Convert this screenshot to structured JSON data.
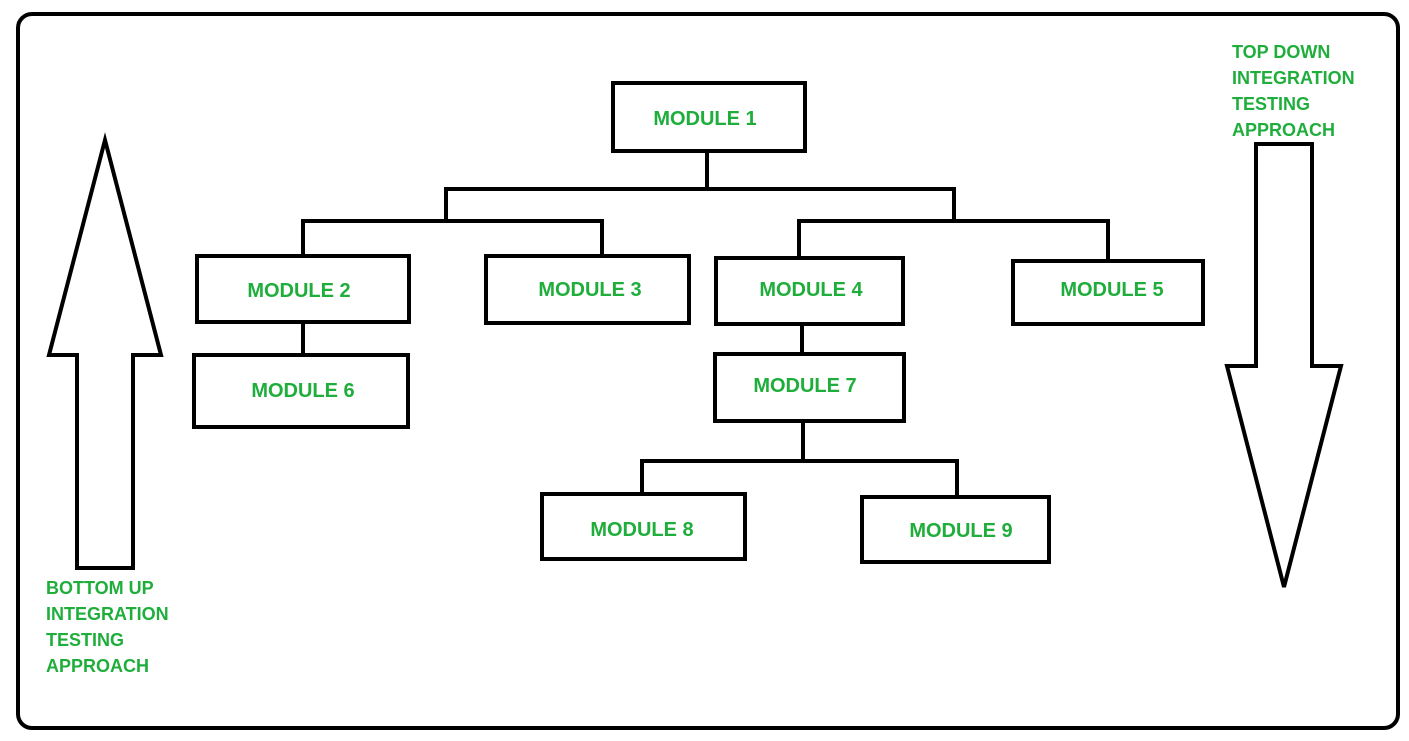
{
  "diagram": {
    "modules": {
      "m1": "MODULE 1",
      "m2": "MODULE 2",
      "m3": "MODULE 3",
      "m4": "MODULE 4",
      "m5": "MODULE 5",
      "m6": "MODULE 6",
      "m7": "MODULE 7",
      "m8": "MODULE 8",
      "m9": "MODULE 9"
    },
    "hierarchy": [
      {
        "parent": "MODULE 1",
        "children": [
          "MODULE 2",
          "MODULE 3",
          "MODULE 4",
          "MODULE 5"
        ]
      },
      {
        "parent": "MODULE 2",
        "children": [
          "MODULE 6"
        ]
      },
      {
        "parent": "MODULE 4",
        "children": [
          "MODULE 7"
        ]
      },
      {
        "parent": "MODULE 7",
        "children": [
          "MODULE 8",
          "MODULE 9"
        ]
      }
    ],
    "bottom_up": {
      "lines": [
        "BOTTOM UP",
        "INTEGRATION",
        "TESTING",
        "APPROACH"
      ],
      "arrow_direction": "up"
    },
    "top_down": {
      "lines": [
        "TOP DOWN",
        "INTEGRATION",
        "TESTING",
        "APPROACH"
      ],
      "arrow_direction": "down"
    },
    "colors": {
      "label_text": "#1fae3c",
      "lines": "#000000",
      "background": "#ffffff"
    }
  }
}
